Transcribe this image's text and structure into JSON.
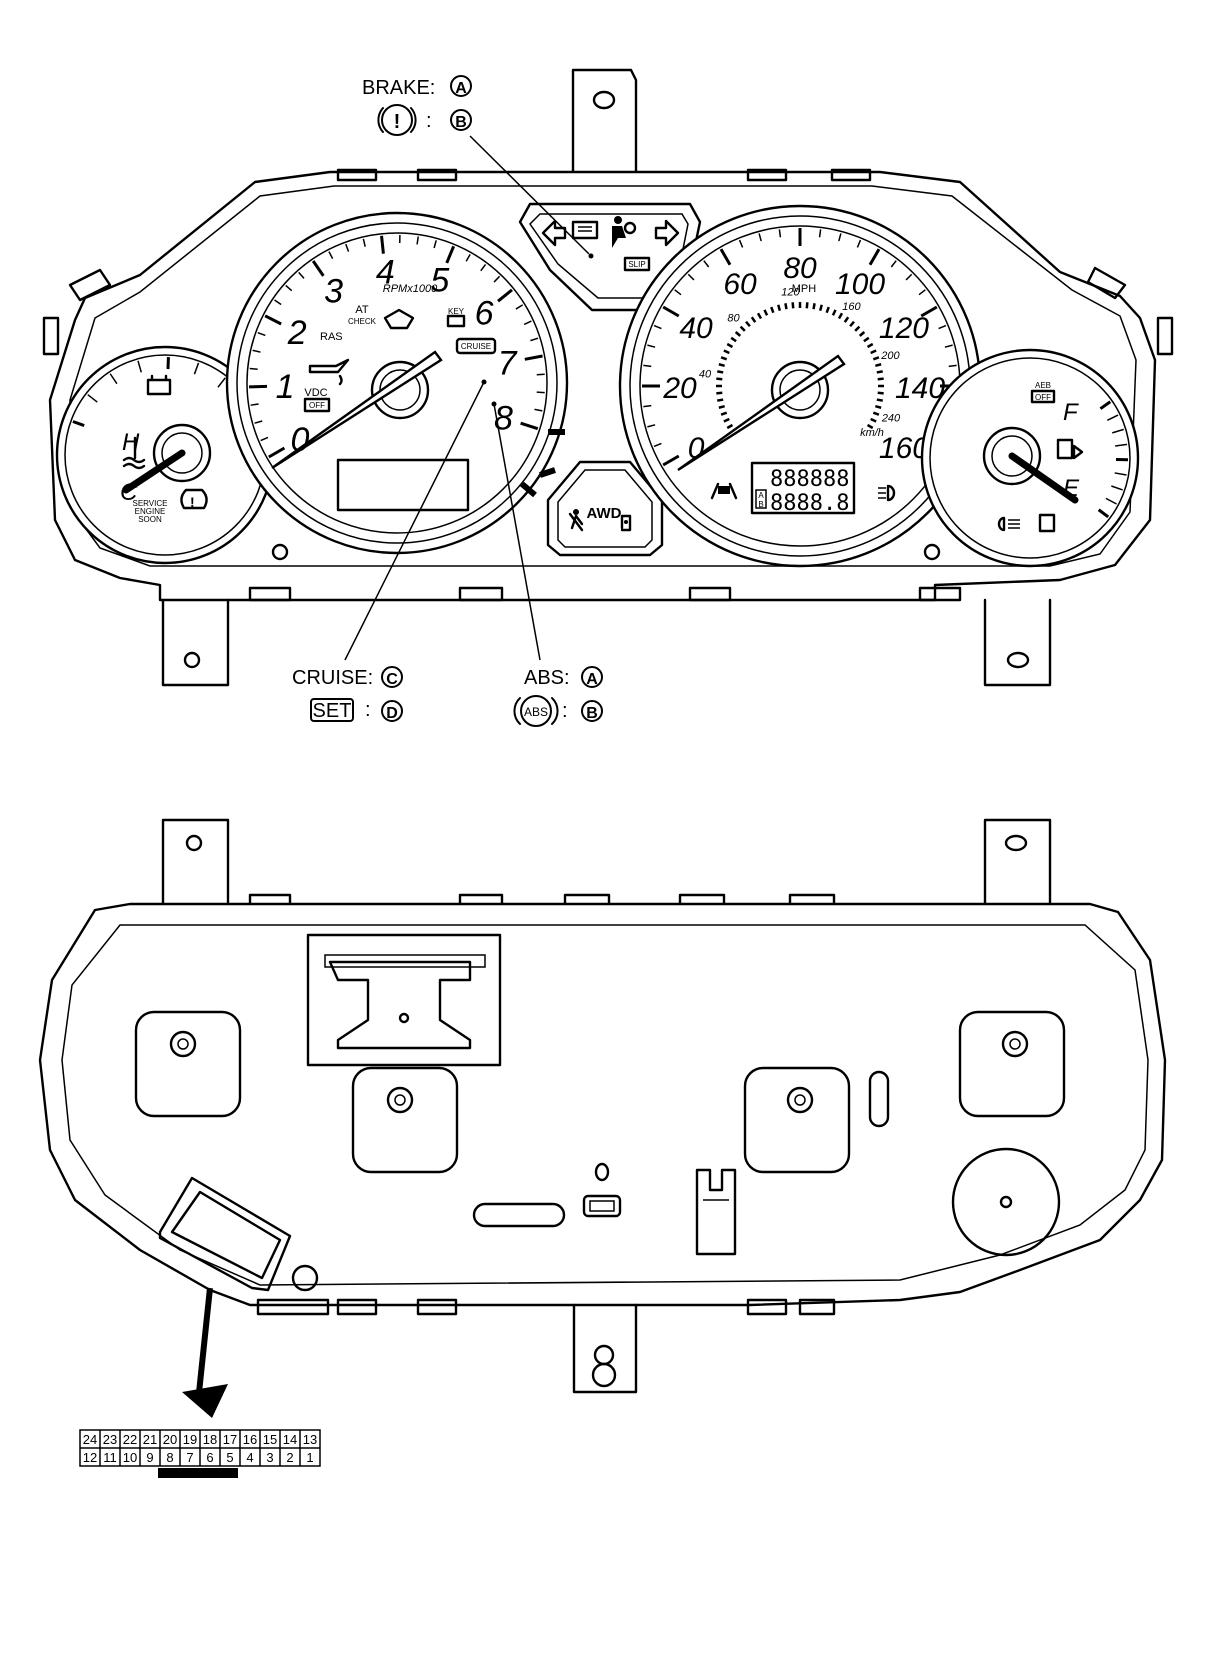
{
  "callouts": {
    "brake_label": "BRAKE:",
    "brake_a": "A",
    "brake_b": "B",
    "brake_icon": "!",
    "cruise_label": "CRUISE:",
    "cruise_c": "C",
    "set_label": "SET",
    "set_d": "D",
    "abs_label": "ABS:",
    "abs_a": "A",
    "abs_icon": "ABS",
    "abs_b": "B",
    "colon": ":"
  },
  "tachometer": {
    "numbers": [
      "0",
      "1",
      "2",
      "3",
      "4",
      "5",
      "6",
      "7",
      "8"
    ],
    "unit": "RPMx1000",
    "at_label": "AT",
    "at_sub": "CHECK",
    "ras_label": "RAS",
    "vdc_label": "VDC",
    "vdc_off": "OFF",
    "key_label": "KEY",
    "cruise_indicator": "CRUISE"
  },
  "speedometer": {
    "mph_numbers": [
      "0",
      "20",
      "40",
      "60",
      "80",
      "100",
      "120",
      "140",
      "160"
    ],
    "mph_unit": "MPH",
    "kmh_numbers": [
      "40",
      "80",
      "120",
      "160",
      "200",
      "240"
    ],
    "kmh_unit": "km/h",
    "odo_top": "888888",
    "odo_bottom": "8888.8",
    "trip_a": "A",
    "trip_b": "B"
  },
  "center_panel": {
    "slip_label": "SLIP",
    "awd_label": "AWD"
  },
  "temp_gauge": {
    "hot": "H",
    "cold": "C",
    "service_text": [
      "SERVICE",
      "ENGINE",
      "SOON"
    ]
  },
  "fuel_gauge": {
    "full": "F",
    "empty": "E",
    "aeb_top": "AEB",
    "aeb_off": "OFF"
  },
  "connector_pins": {
    "top_row": [
      "24",
      "23",
      "22",
      "21",
      "20",
      "19",
      "18",
      "17",
      "16",
      "15",
      "14",
      "13"
    ],
    "bottom_row": [
      "12",
      "11",
      "10",
      "9",
      "8",
      "7",
      "6",
      "5",
      "4",
      "3",
      "2",
      "1"
    ]
  },
  "icons": [
    "turn-left-arrow-icon",
    "headlamp-icon",
    "airbag-icon",
    "turn-right-arrow-icon",
    "battery-icon",
    "coolant-temp-icon",
    "tire-pressure-icon",
    "oil-pressure-icon",
    "washer-icon",
    "seatbelt-icon",
    "door-open-icon",
    "fuel-pump-icon",
    "fog-lamp-icon",
    "lane-icon"
  ]
}
